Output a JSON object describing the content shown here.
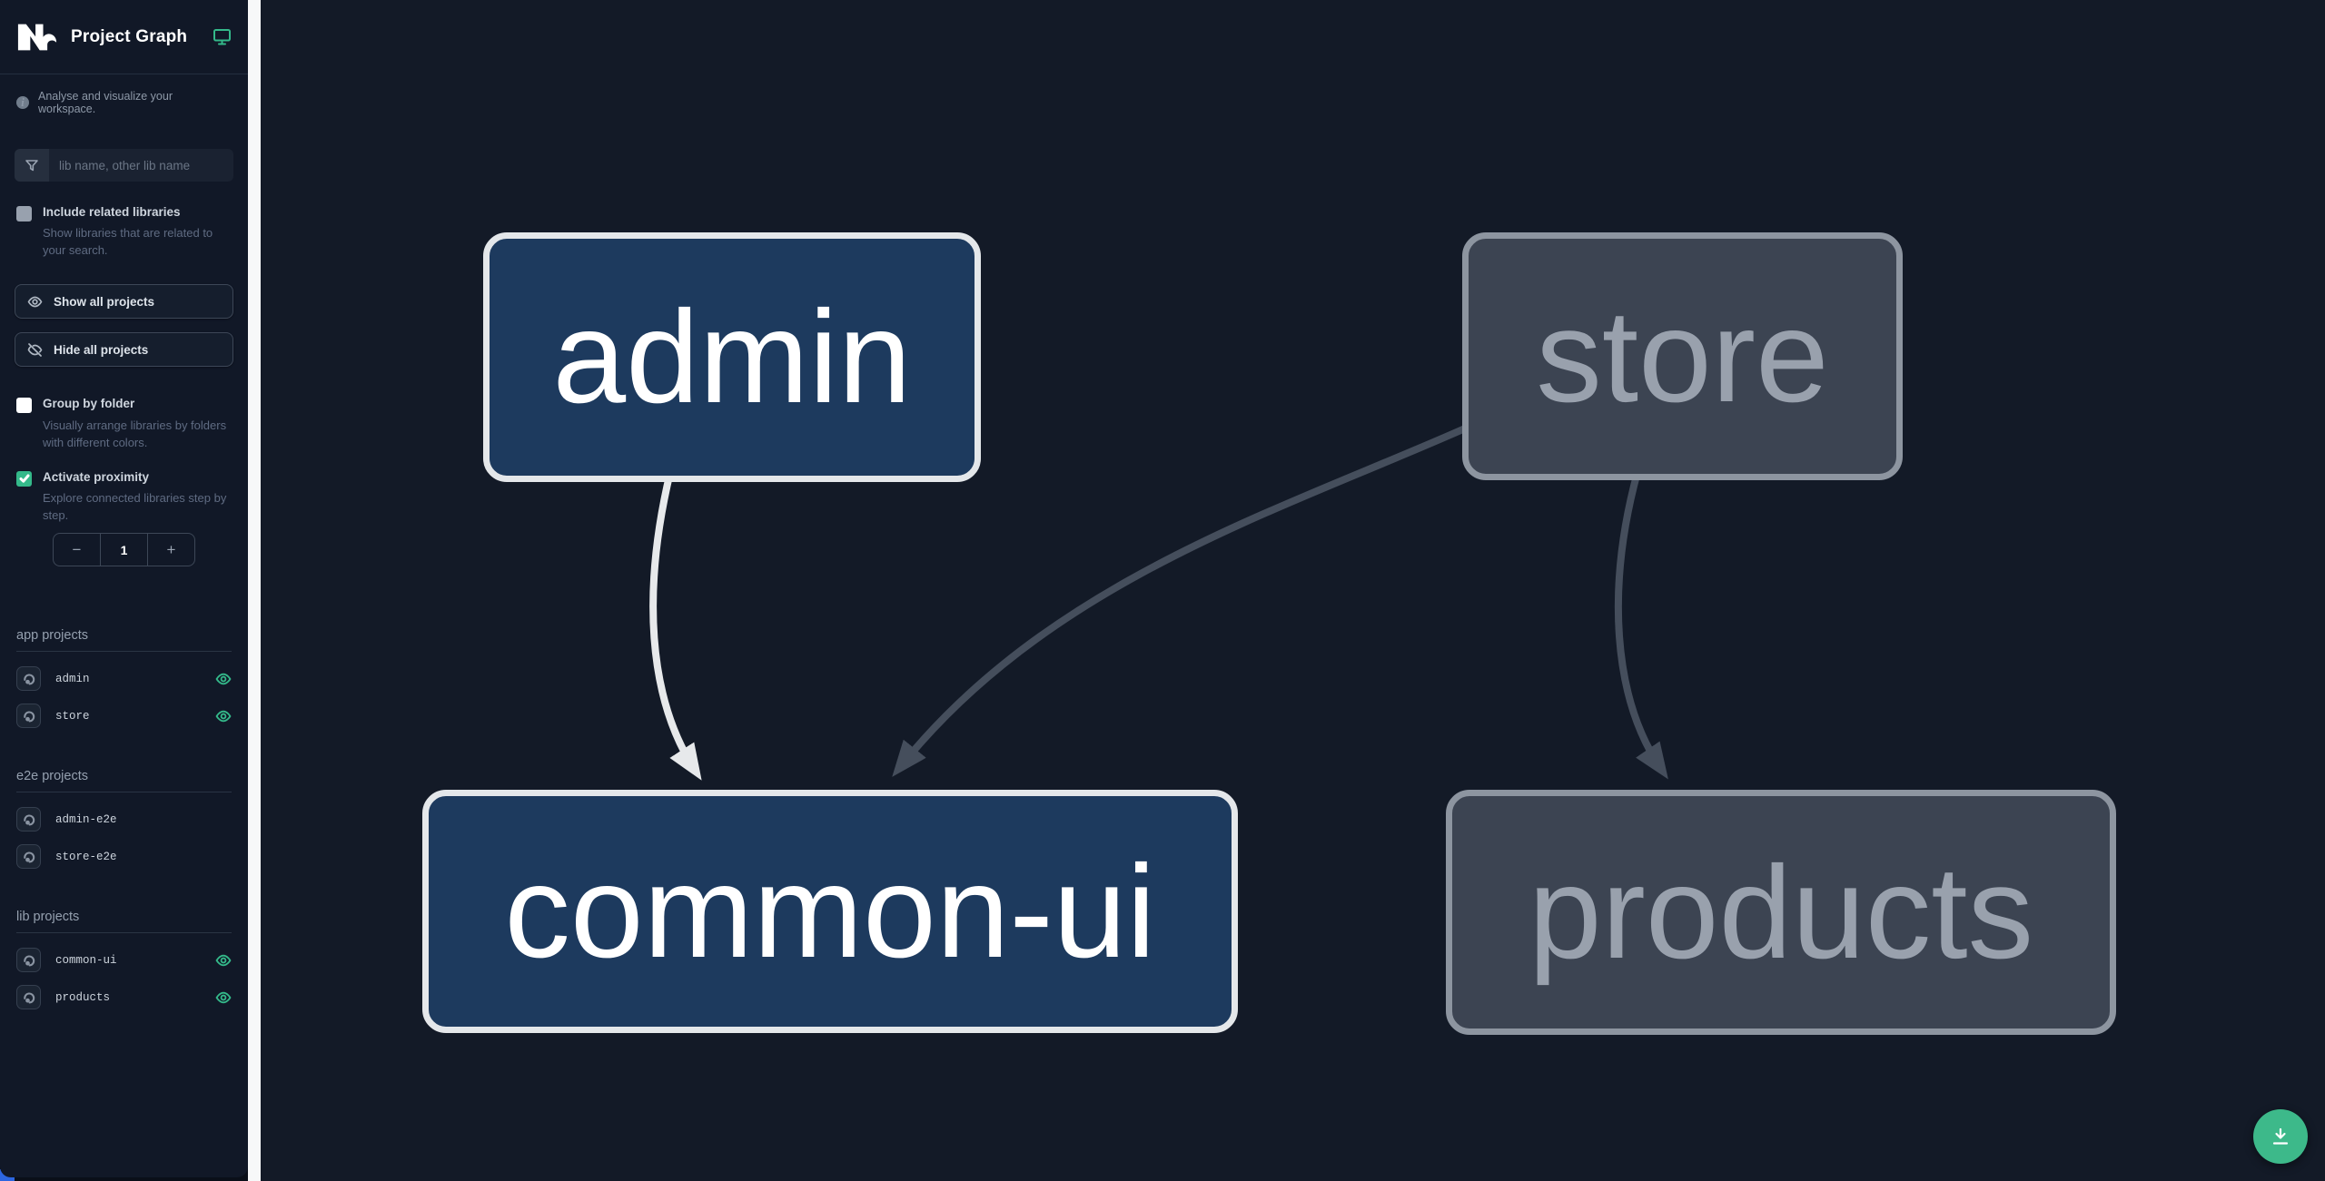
{
  "header": {
    "title": "Project Graph"
  },
  "sidebar": {
    "tagline": "Analyse and visualize your workspace.",
    "search": {
      "placeholder": "lib name, other lib name"
    },
    "options": [
      {
        "label": "Include related libraries",
        "description": "Show libraries that are related to your search.",
        "checked": false
      },
      {
        "label": "Group by folder",
        "description": "Visually arrange libraries by folders with different colors.",
        "checked": false
      },
      {
        "label": "Activate proximity",
        "description": "Explore connected libraries step by step.",
        "checked": true
      }
    ],
    "buttons": {
      "show_all": "Show all projects",
      "hide_all": "Hide all projects"
    },
    "proximity": {
      "decrement": "−",
      "value": "1",
      "increment": "+"
    },
    "sections": [
      {
        "title": "app projects",
        "items": [
          {
            "name": "admin",
            "visible": true
          },
          {
            "name": "store",
            "visible": true
          }
        ]
      },
      {
        "title": "e2e projects",
        "items": [
          {
            "name": "admin-e2e",
            "visible": false
          },
          {
            "name": "store-e2e",
            "visible": false
          }
        ]
      },
      {
        "title": "lib projects",
        "items": [
          {
            "name": "common-ui",
            "visible": true
          },
          {
            "name": "products",
            "visible": true
          }
        ]
      }
    ]
  },
  "graph": {
    "nodes": [
      {
        "id": "admin",
        "label": "admin",
        "state": "focused"
      },
      {
        "id": "store",
        "label": "store",
        "state": "unfocused"
      },
      {
        "id": "common-ui",
        "label": "common-ui",
        "state": "focused"
      },
      {
        "id": "products",
        "label": "products",
        "state": "unfocused"
      }
    ],
    "edges": [
      {
        "source": "admin",
        "target": "common-ui",
        "state": "focused"
      },
      {
        "source": "store",
        "target": "common-ui",
        "state": "unfocused"
      },
      {
        "source": "store",
        "target": "products",
        "state": "unfocused"
      }
    ]
  },
  "colors": {
    "accent_green": "#34b98a",
    "sidebar_bg": "#111827",
    "canvas_bg": "#131a27",
    "divider": "#f7f8f9",
    "node_focused_fill": "#1d3a5e",
    "node_focused_border": "#e4e7ea",
    "node_unfocused_fill": "#3c4452",
    "node_unfocused_border": "#8d95a0",
    "edge_focused": "#e7e9eb",
    "edge_unfocused": "#454e5c",
    "corner_accent_blue": "#2d66e0"
  },
  "fab": {
    "icon": "download"
  }
}
